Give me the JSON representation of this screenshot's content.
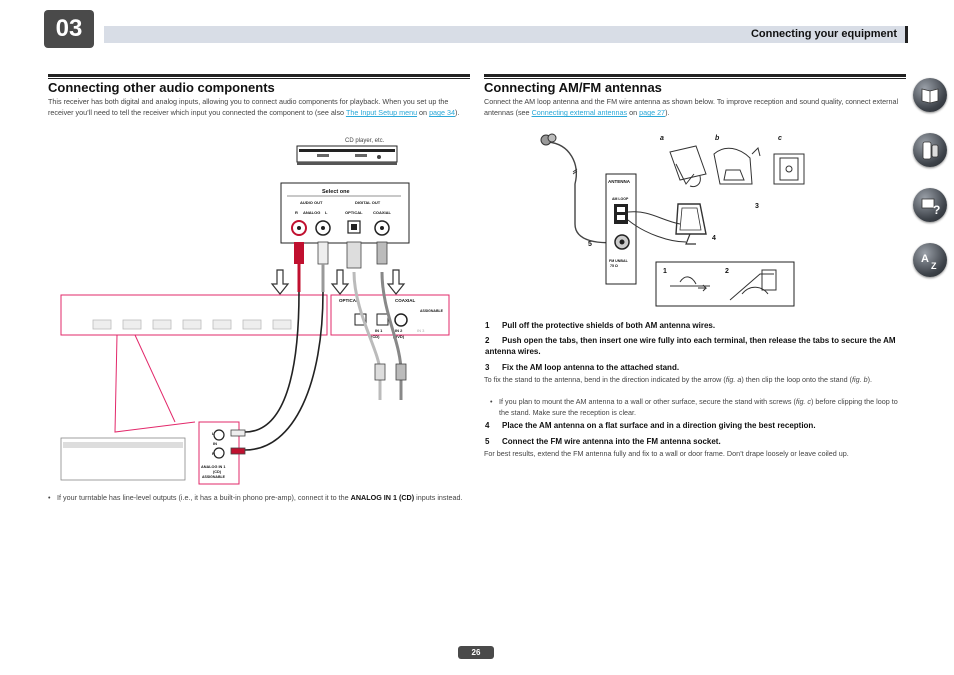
{
  "header": {
    "chapter": "03",
    "title": "Connecting your equipment"
  },
  "left": {
    "heading": "Connecting other audio components",
    "intro_part1": "This receiver has both digital and analog inputs, allowing you to connect audio components for playback. When you set up the receiver you’ll need to tell the receiver which input you connected the component to (see also ",
    "intro_link1": "The Input Setup menu",
    "intro_on": " on ",
    "intro_link2": "page 34",
    "intro_end": ").",
    "diagram": {
      "device_label": "CD player, etc.",
      "select_one": "Select one",
      "audio_out": "AUDIO OUT",
      "r": "R",
      "analog": "ANALOG",
      "l": "L",
      "digital_out": "DIGITAL OUT",
      "optical": "OPTICAL",
      "coaxial": "COAXIAL",
      "panel_optical": "OPTICAL",
      "panel_coaxial": "COAXIAL",
      "panel_assignable": "ASSIGNABLE",
      "in1_label": "IN 1",
      "in1_cd": "(CD)",
      "in2_label": "IN 2",
      "in2_dvd": "(DVD)",
      "in3_label": "IN 3",
      "analog_in1": "ANALOG IN 1",
      "analog_in1_cd": "(CD)",
      "analog_assignable": "ASSIGNABLE",
      "jack_l": "L",
      "jack_in": "IN",
      "jack_r": "R"
    },
    "bullet_part1": "If your turntable has line-level outputs (i.e., it has a built-in phono pre-amp), connect it to the ",
    "bullet_bold": "ANALOG IN 1 (CD)",
    "bullet_end": " inputs instead."
  },
  "right": {
    "heading": "Connecting AM/FM antennas",
    "intro_part1": "Connect the AM loop antenna and the FM wire antenna as shown below. To improve reception and sound quality, connect external antennas (see ",
    "intro_link1": "Connecting external antennas",
    "intro_on": " on ",
    "intro_link2": "page 27",
    "intro_end": ").",
    "diagram": {
      "antenna": "ANTENNA",
      "am_loop": "AM LOOP",
      "fm_unbal": "FM UNBAL",
      "ohm": "75 Ω",
      "fig_a": "a",
      "fig_b": "b",
      "fig_c": "c",
      "num1": "1",
      "num2": "2",
      "num3": "3",
      "num4": "4",
      "num5": "5"
    },
    "steps": [
      {
        "num": "1",
        "text": "Pull off the protective shields of both AM antenna wires."
      },
      {
        "num": "2",
        "text": "Push open the tabs, then insert one wire fully into each terminal, then release the tabs to secure the AM antenna wires."
      },
      {
        "num": "3",
        "text": "Fix the AM loop antenna to the attached stand."
      }
    ],
    "step3_note_part1": "To fix the stand to the antenna, bend in the direction indicated by the arrow (",
    "step3_note_fig_a": "fig. a",
    "step3_note_mid": ") then clip the loop onto the stand (",
    "step3_note_fig_b": "fig. b",
    "step3_note_end": ").",
    "step3_bullet_part1": "If you plan to mount the AM antenna to a wall or other surface, secure the stand with screws (",
    "step3_bullet_fig_c": "fig. c",
    "step3_bullet_end": ") before clipping the loop to the stand. Make sure the reception is clear.",
    "step4": {
      "num": "4",
      "text": "Place the AM antenna on a flat surface and in a direction giving the best reception."
    },
    "step5": {
      "num": "5",
      "text": "Connect the FM wire antenna into the FM antenna socket."
    },
    "step5_note": "For best results, extend the FM antenna fully and fix to a wall or door frame. Don’t drape loosely or leave coiled up."
  },
  "sidebar": {
    "icons": [
      "book-icon",
      "remote-control-icon",
      "troubleshooting-icon",
      "glossary-icon"
    ]
  },
  "footer": {
    "page_number": "26"
  }
}
